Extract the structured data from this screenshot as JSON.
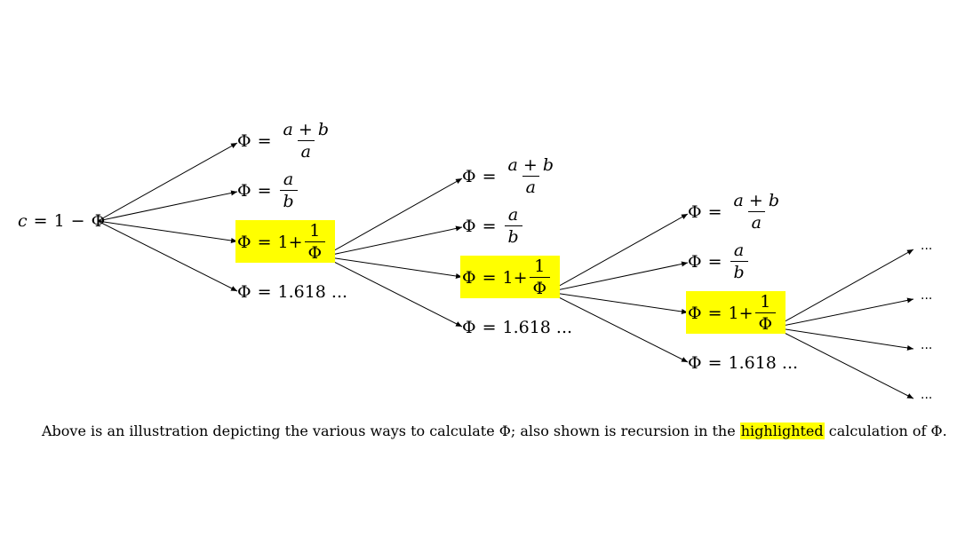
{
  "root": {
    "lhs": "c",
    "eq": "=",
    "one": "1",
    "minus": "−",
    "phi": "Φ"
  },
  "formulas": {
    "phi": "Φ",
    "eq": "=",
    "f1_num": "a + b",
    "f1_den": "a",
    "f2_num": "a",
    "f2_den": "b",
    "f3_one": "1",
    "f3_plus": "+",
    "f3_num": "1",
    "f3_den": "Φ",
    "f4_value": "1.618 ..."
  },
  "continuation": "...",
  "caption": {
    "before": "Above is an illustration depicting the various ways to calculate Φ; also shown is recursion in the ",
    "highlight": "highlighted",
    "after": " calculation of Φ."
  },
  "colors": {
    "highlight": "#ffff00",
    "line": "#000000"
  }
}
